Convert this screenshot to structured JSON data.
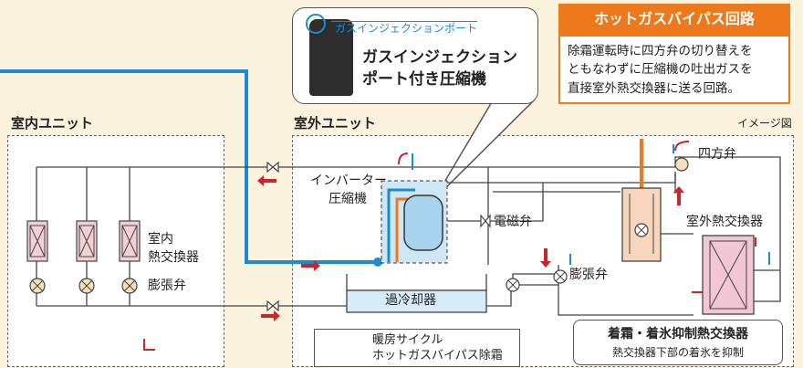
{
  "indoor": {
    "title": "室内ユニット",
    "hx_label_1": "室内",
    "hx_label_2": "熱交換器",
    "valve_label": "膨張弁"
  },
  "outdoor": {
    "title": "室外ユニット",
    "image_note": "イメージ図",
    "four_way_valve": "四方弁",
    "inverter_line1": "インバーター",
    "inverter_line2": "圧縮機",
    "solenoid_valve": "電磁弁",
    "expansion_valve": "膨張弁",
    "outdoor_hx": "室外熱交換器",
    "subcooler": "過冷却器"
  },
  "compressor_callout": {
    "port_label": "ガスインジェクションポート",
    "title_line1": "ガスインジェクション",
    "title_line2": "ポート付き圧縮機"
  },
  "hot_gas_bypass": {
    "title": "ホットガスバイパス回路",
    "line1": "除霜運転時に四方弁の切り替えを",
    "line2": "ともなわずに圧縮機の吐出ガスを",
    "line3": "直接室外熱交換器に送る回路。"
  },
  "legend": {
    "heating": "暖房サイクル",
    "defrost": "ホットガスバイパス除霜"
  },
  "frost_hx": {
    "title": "着霜・着氷抑制熱交換器",
    "subtitle": "熱交換器下部の着氷を抑制"
  },
  "colors": {
    "heating": "#c8252c",
    "defrost": "#1a8ccf",
    "bypass": "#ec7a1c",
    "background": "#fbf3dd"
  }
}
